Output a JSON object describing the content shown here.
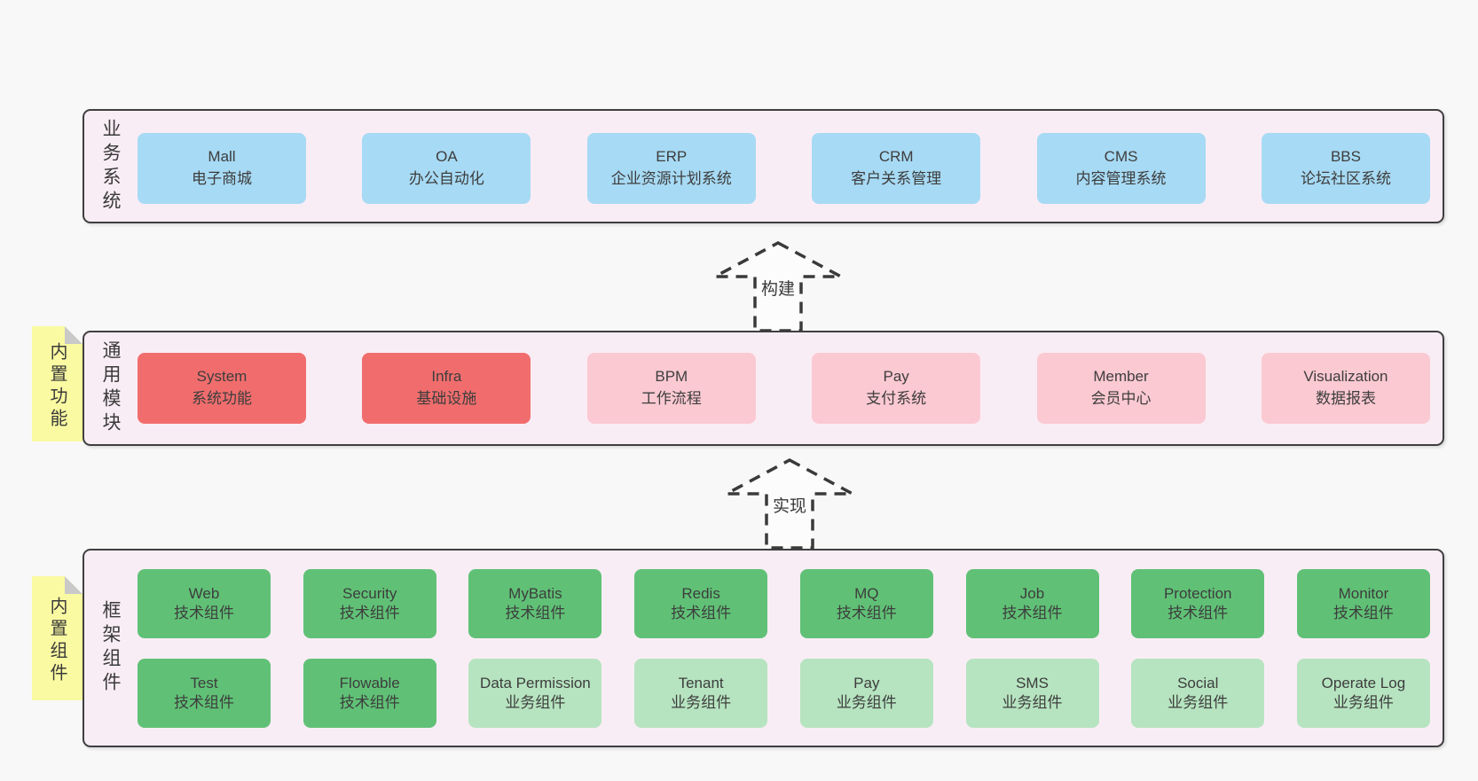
{
  "colors": {
    "pageBg": "#f8f8f8",
    "containerBg": "#f9edf5",
    "noteBg": "#fafaa2",
    "foldGray": "#c9c9c9",
    "border": "#3f3f3f",
    "blue": "#a7daf4",
    "red": "#f16d6d",
    "pink": "#fbc9d2",
    "green": "#60c176",
    "lightgreen": "#b6e4c0",
    "arrowStroke": "#3a3a3a",
    "arrowFill": "#fcfcfc"
  },
  "sections": {
    "business": {
      "label": "业务系统",
      "boxes": [
        {
          "title": "Mall",
          "subtitle": "电子商城",
          "variant": "blue"
        },
        {
          "title": "OA",
          "subtitle": "办公自动化",
          "variant": "blue"
        },
        {
          "title": "ERP",
          "subtitle": "企业资源计划系统",
          "variant": "blue"
        },
        {
          "title": "CRM",
          "subtitle": "客户关系管理",
          "variant": "blue"
        },
        {
          "title": "CMS",
          "subtitle": "内容管理系统",
          "variant": "blue"
        },
        {
          "title": "BBS",
          "subtitle": "论坛社区系统",
          "variant": "blue"
        }
      ]
    },
    "modules": {
      "label": "通用模块",
      "note": "内置功能",
      "boxes": [
        {
          "title": "System",
          "subtitle": "系统功能",
          "variant": "red"
        },
        {
          "title": "Infra",
          "subtitle": "基础设施",
          "variant": "red"
        },
        {
          "title": "BPM",
          "subtitle": "工作流程",
          "variant": "pink"
        },
        {
          "title": "Pay",
          "subtitle": "支付系统",
          "variant": "pink"
        },
        {
          "title": "Member",
          "subtitle": "会员中心",
          "variant": "pink"
        },
        {
          "title": "Visualization",
          "subtitle": "数据报表",
          "variant": "pink"
        }
      ]
    },
    "components": {
      "label": "框架组件",
      "note": "内置组件",
      "row1": [
        {
          "title": "Web",
          "subtitle": "技术组件",
          "variant": "green"
        },
        {
          "title": "Security",
          "subtitle": "技术组件",
          "variant": "green"
        },
        {
          "title": "MyBatis",
          "subtitle": "技术组件",
          "variant": "green"
        },
        {
          "title": "Redis",
          "subtitle": "技术组件",
          "variant": "green"
        },
        {
          "title": "MQ",
          "subtitle": "技术组件",
          "variant": "green"
        },
        {
          "title": "Job",
          "subtitle": "技术组件",
          "variant": "green"
        },
        {
          "title": "Protection",
          "subtitle": "技术组件",
          "variant": "green"
        },
        {
          "title": "Monitor",
          "subtitle": "技术组件",
          "variant": "green"
        }
      ],
      "row2": [
        {
          "title": "Test",
          "subtitle": "技术组件",
          "variant": "green"
        },
        {
          "title": "Flowable",
          "subtitle": "技术组件",
          "variant": "green"
        },
        {
          "title": "Data Permission",
          "subtitle": "业务组件",
          "variant": "lightgreen"
        },
        {
          "title": "Tenant",
          "subtitle": "业务组件",
          "variant": "lightgreen"
        },
        {
          "title": "Pay",
          "subtitle": "业务组件",
          "variant": "lightgreen"
        },
        {
          "title": "SMS",
          "subtitle": "业务组件",
          "variant": "lightgreen"
        },
        {
          "title": "Social",
          "subtitle": "业务组件",
          "variant": "lightgreen"
        },
        {
          "title": "Operate Log",
          "subtitle": "业务组件",
          "variant": "lightgreen"
        }
      ]
    }
  },
  "arrows": {
    "build": "构建",
    "implement": "实现"
  }
}
